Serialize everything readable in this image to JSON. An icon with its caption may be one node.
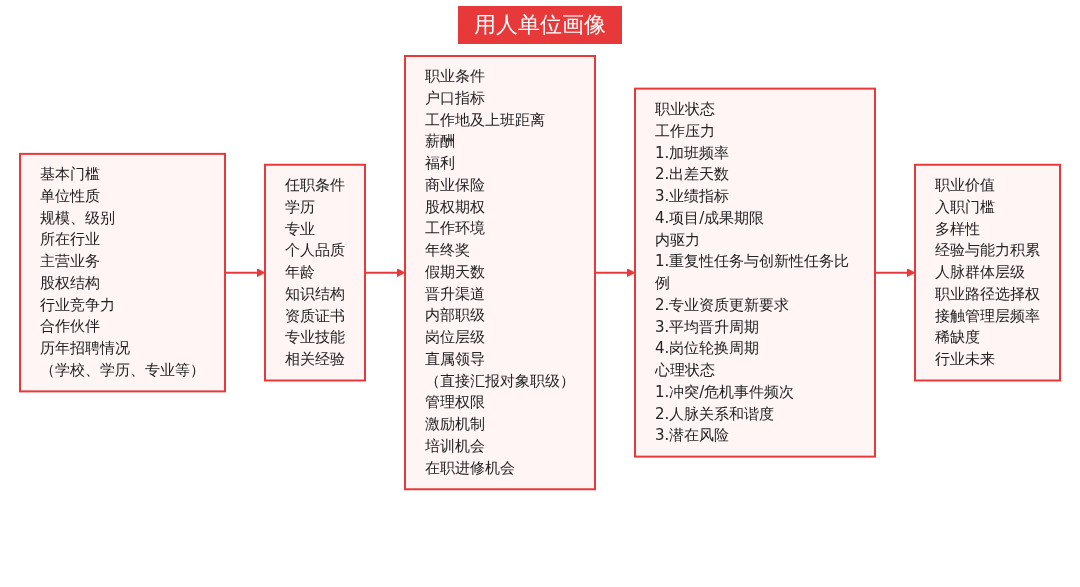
{
  "diagram": {
    "title": "用人单位画像",
    "nodes": [
      {
        "text": [
          "基本门槛",
          "单位性质",
          "规模、级别",
          "所在行业",
          "主营业务",
          "股权结构",
          "行业竞争力",
          "合作伙伴",
          "历年招聘情况",
          "（学校、学历、专业等）"
        ]
      },
      {
        "text": [
          "任职条件",
          "学历",
          "专业",
          "个人品质",
          "年龄",
          "知识结构",
          "资质证书",
          "专业技能",
          "相关经验"
        ]
      },
      {
        "text": [
          "职业条件",
          "户口指标",
          "工作地及上班距离",
          "薪酬",
          "福利",
          "商业保险",
          "股权期权",
          "工作环境",
          "年终奖",
          "假期天数",
          "晋升渠道",
          "内部职级",
          "岗位层级",
          "直属领导",
          "（直接汇报对象职级）",
          "管理权限",
          "激励机制",
          "培训机会",
          "在职进修机会"
        ]
      },
      {
        "text": [
          "职业状态",
          "工作压力",
          "1.加班频率",
          "2.出差天数",
          "3.业绩指标",
          "4.项目/成果期限",
          "内驱力",
          "1.重复性任务与创新性任务比例",
          "2.专业资质更新要求",
          "3.平均晋升周期",
          "4.岗位轮换周期",
          "心理状态",
          "1.冲突/危机事件频次",
          "2.人脉关系和谐度",
          "3.潜在风险"
        ]
      },
      {
        "text": [
          "职业价值",
          "入职门槛",
          "多样性",
          "经验与能力积累",
          "人脉群体层级",
          "职业路径选择权",
          "接触管理层频率",
          "稀缺度",
          "行业未来"
        ]
      }
    ],
    "edges": [
      {
        "from": 0,
        "to": 1,
        "arrow": "to"
      },
      {
        "from": 1,
        "to": 2,
        "arrow": "to"
      },
      {
        "from": 2,
        "to": 3,
        "arrow": "to"
      },
      {
        "from": 3,
        "to": 4,
        "arrow": "to"
      }
    ]
  }
}
